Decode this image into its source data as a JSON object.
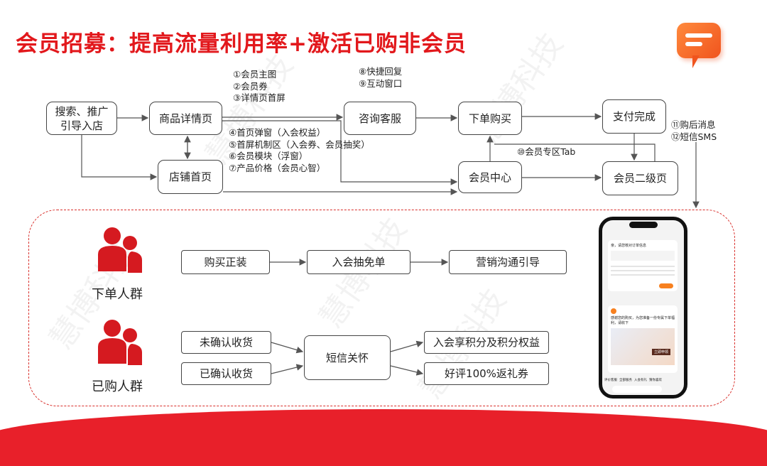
{
  "title": "会员招募：提高流量利用率+激活已购非会员",
  "watermark": "慧博科技",
  "flow": {
    "search": "搜索、推广\n引导入店",
    "detail": "商品详情页",
    "shop": "店铺首页",
    "consult": "咨询客服",
    "order": "下单购买",
    "paid": "支付完成",
    "center": "会员中心",
    "second": "会员二级页"
  },
  "notes": {
    "n1": "①会员主图",
    "n2": "②会员券",
    "n3": "③详情页首屏",
    "n4": "④首页弹窗（入会权益）",
    "n5": "⑤首屏机制区（入会券、会员抽奖）",
    "n6": "⑥会员模块（浮窗）",
    "n7": "⑦产品价格（会员心智）",
    "n8": "⑧快捷回复",
    "n9": "⑨互动窗口",
    "n10": "⑩会员专区Tab",
    "n11": "⑪购后消息",
    "n12": "⑫短信SMS"
  },
  "groups": {
    "order_group": "下单人群",
    "bought_group": "已购人群",
    "buy_full": "购买正装",
    "lottery": "入会抽免单",
    "marketing": "营销沟通引导",
    "unconfirmed": "未确认收货",
    "confirmed": "已确认收货",
    "sms_care": "短信关怀",
    "points": "入会享积分及积分权益",
    "review": "好评100%返礼券"
  },
  "phone": {
    "msg1": "亲，请您核对订单信息",
    "msg2": "感谢您的购买，为您准备一份专属下单福利，请收下",
    "btn": "立即申领",
    "tabs": [
      "评价客服",
      "全部服务",
      "入会有礼",
      "猜你喜欢"
    ]
  },
  "colors": {
    "accent": "#e2181c",
    "icon": "#d51a20"
  }
}
